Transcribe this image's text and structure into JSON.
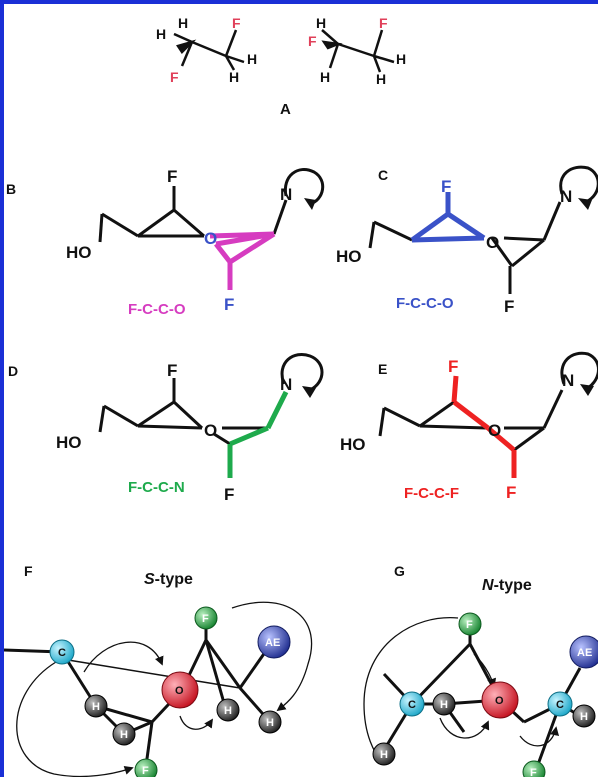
{
  "colors": {
    "frame": "#1a2fd6",
    "bond": "#111111",
    "fluorine_text": "#e0405a",
    "magenta": "#d63cc0",
    "blue": "#3a52c8",
    "green": "#1eaa4c",
    "red": "#ee2222",
    "cyan_ball": "#35c4e0",
    "green_ball": "#2aa84a",
    "red_ball": "#e8203c",
    "blue_ball": "#3448b0",
    "dark_ball": "#333333"
  },
  "panelA": {
    "label": "A",
    "mol1": {
      "h_tl": "H",
      "h_tr": "H",
      "f_top": "F",
      "h_right": "H",
      "f_bottom": "F",
      "h_bottom": "H"
    },
    "mol2": {
      "h_tl": "H",
      "f_left": "F",
      "f_top": "F",
      "h_right": "H",
      "h_bottom_l": "H",
      "h_bottom_r": "H"
    }
  },
  "panelB": {
    "label": "B",
    "ho": "HO",
    "f_top": "F",
    "o": "O",
    "n": "N",
    "f_bottom": "F",
    "caption": "F-C-C-O"
  },
  "panelC": {
    "label": "C",
    "ho": "HO",
    "f_top": "F",
    "o": "O",
    "n": "N",
    "f_bottom": "F",
    "caption": "F-C-C-O"
  },
  "panelD": {
    "label": "D",
    "ho": "HO",
    "f_top": "F",
    "o": "O",
    "n": "N",
    "f_bottom": "F",
    "caption": "F-C-C-N"
  },
  "panelE": {
    "label": "E",
    "ho": "HO",
    "f_top": "F",
    "o": "O",
    "n": "N",
    "f_bottom": "F",
    "caption": "F-C-C-F"
  },
  "panelF": {
    "label": "F",
    "title_italic": "S",
    "title_rest": "-type",
    "atoms": {
      "c": "C",
      "f_top": "F",
      "ae": "AE",
      "o": "O",
      "h1": "H",
      "h2": "H",
      "h3": "H",
      "h4": "H",
      "f_bottom": "F"
    }
  },
  "panelG": {
    "label": "G",
    "title_italic": "N",
    "title_rest": "-type",
    "atoms": {
      "f_top": "F",
      "ae": "AE",
      "c1": "C",
      "h1": "H",
      "o": "O",
      "c2": "C",
      "h2": "H",
      "h3": "H",
      "f_bottom": "F"
    }
  }
}
